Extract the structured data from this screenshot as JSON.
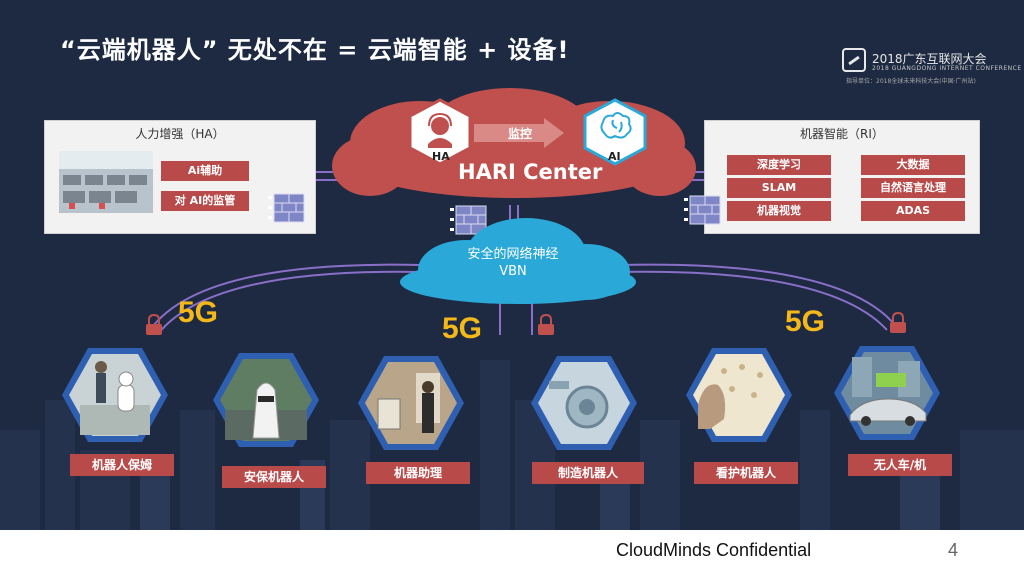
{
  "title": "“云端机器人” 无处不在 = 云端智能 + 设备!",
  "conference": {
    "name": "2018广东互联网大会",
    "english": "2018 GUANGDONG INTERNET CONFERENCE",
    "sub": "指导单位：2018全球未来科技大会(中国·广州站)"
  },
  "ha_panel": {
    "title": "人力增强（HA）",
    "tags": [
      "Ai辅助",
      "对 AI的监管"
    ]
  },
  "ri_panel": {
    "title": "机器智能（RI）",
    "tags": [
      "深度学习",
      "大数据",
      "SLAM",
      "自然语言处理",
      "机器视觉",
      "ADAS"
    ]
  },
  "hari": {
    "ha_label": "HA",
    "ai_label": "AI",
    "arrow_label": "监控",
    "center_title": "HARI Center"
  },
  "vbn": {
    "line1": "安全的网络神经",
    "line2": "VBN"
  },
  "network_label": "5G",
  "devices": [
    "机器人保姆",
    "安保机器人",
    "机器助理",
    "制造机器人",
    "看护机器人",
    "无人车/机"
  ],
  "footer": {
    "confidential": "CloudMinds Confidential",
    "page": "4"
  },
  "colors": {
    "background": "#1d2a42",
    "cloud_red": "#c0504d",
    "tag_red": "#b94a4a",
    "vbn_blue": "#2aa8d8",
    "five_g": "#f5b81b",
    "line_purple": "#8a6fc8"
  }
}
